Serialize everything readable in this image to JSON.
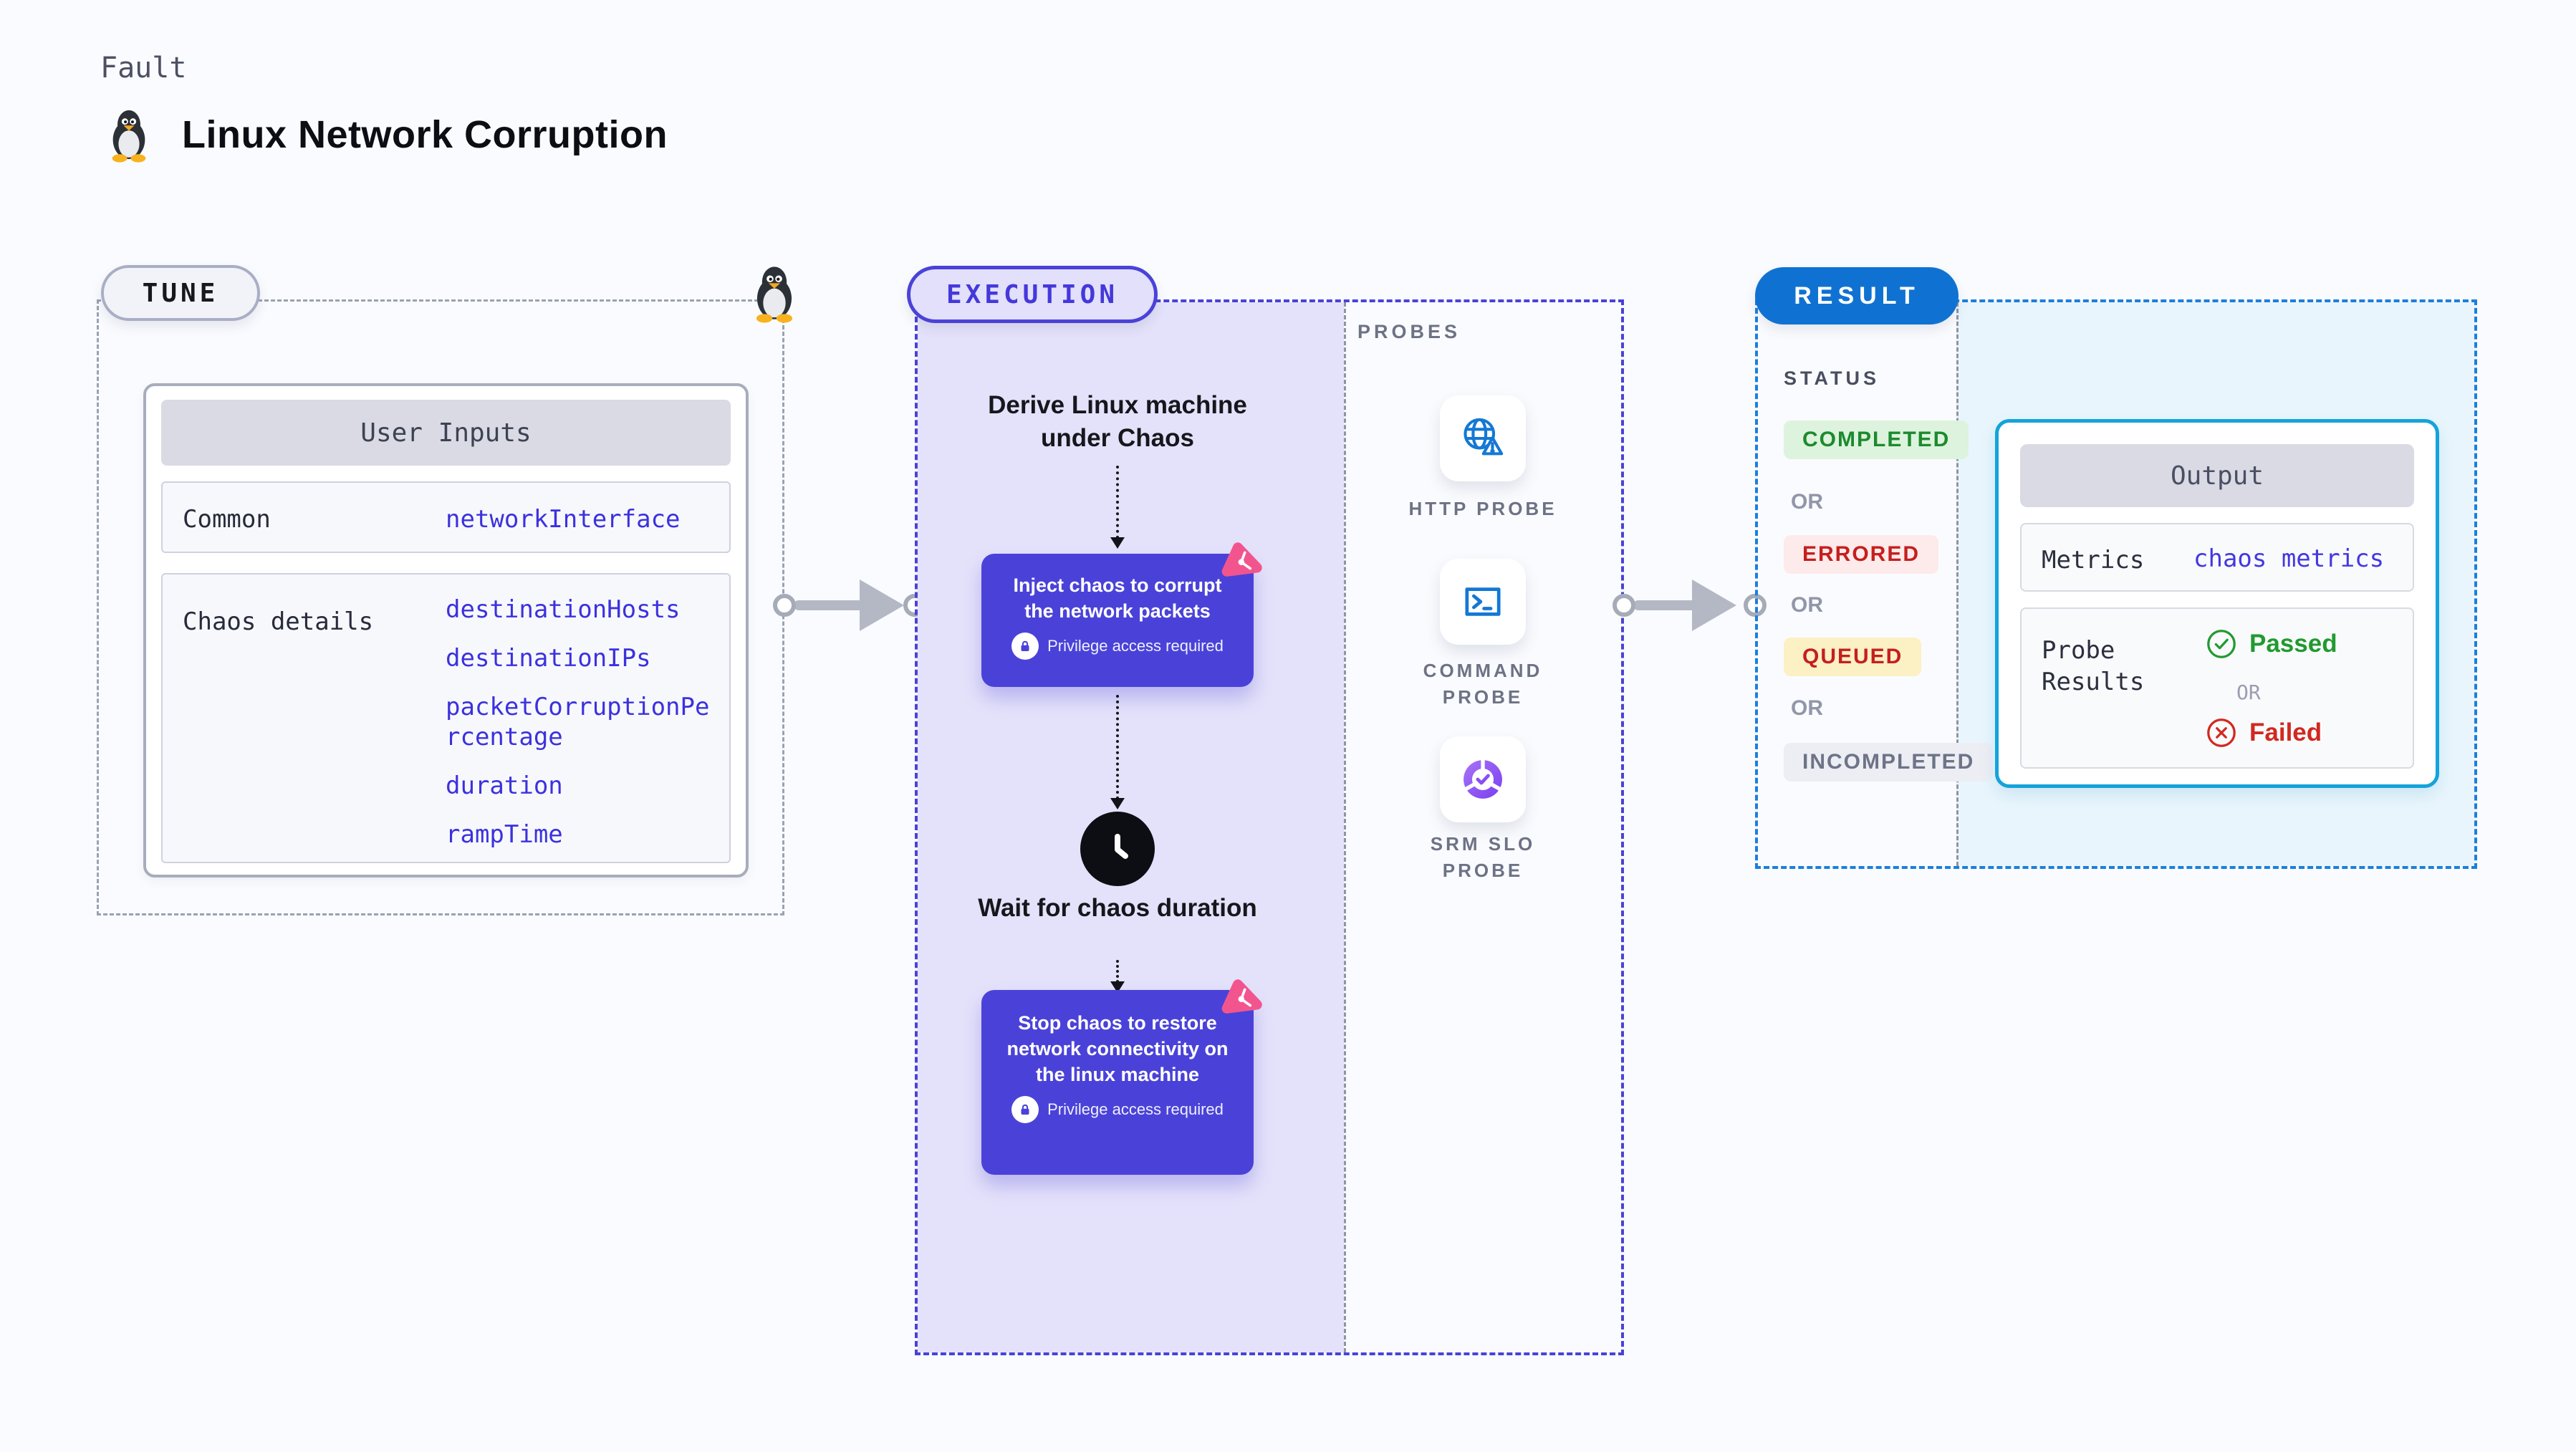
{
  "page": {
    "kicker": "Fault",
    "title": "Linux Network Corruption"
  },
  "tune": {
    "badge": "TUNE",
    "table": {
      "header": "User Inputs",
      "rows": [
        {
          "label": "Common",
          "values": [
            "networkInterface"
          ]
        },
        {
          "label": "Chaos details",
          "values": [
            "destinationHosts",
            "destinationIPs",
            "packetCorruptionPercentage",
            "duration",
            "rampTime"
          ]
        }
      ]
    }
  },
  "execution": {
    "badge": "EXECUTION",
    "steps": {
      "derive": "Derive Linux machine under Chaos",
      "inject": "Inject chaos to corrupt the network packets",
      "wait": "Wait for chaos duration",
      "stop": "Stop chaos to restore network connectivity on the linux machine",
      "privilege": "Privilege access required"
    },
    "probes": {
      "label": "PROBES",
      "items": [
        "HTTP PROBE",
        "COMMAND PROBE",
        "SRM SLO PROBE"
      ]
    }
  },
  "result": {
    "badge": "RESULT",
    "status": {
      "label": "STATUS",
      "or": "OR",
      "badges": [
        "COMPLETED",
        "ERRORED",
        "QUEUED",
        "INCOMPLETED"
      ]
    },
    "output": {
      "header": "Output",
      "metrics_label": "Metrics",
      "metrics_value": "chaos metrics",
      "probe_label": "Probe Results",
      "passed": "Passed",
      "or": "OR",
      "failed": "Failed"
    }
  },
  "colors": {
    "indigo": "#4a42d8",
    "lavender": "#e4e2fa",
    "result_blue": "#0f72d2",
    "result_dash": "#1b7fdb",
    "cyan_border": "#14a3da",
    "cyan_bg": "#e8f5fc",
    "green": "#1c8a2e",
    "red": "#c41f1f",
    "queued_bg": "#fcf0c5",
    "probe_icon_blue": "#1478d4",
    "chaos_pink": "#f2558e"
  }
}
